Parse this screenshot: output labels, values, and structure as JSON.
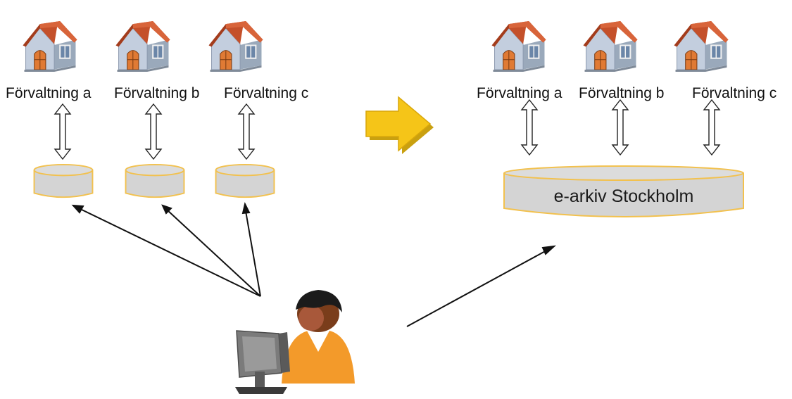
{
  "left": {
    "units": [
      {
        "label": "Förvaltning a"
      },
      {
        "label": "Förvaltning b"
      },
      {
        "label": "Förvaltning c"
      }
    ]
  },
  "right": {
    "units": [
      {
        "label": "Förvaltning a"
      },
      {
        "label": "Förvaltning b"
      },
      {
        "label": "Förvaltning c"
      }
    ],
    "archive_label": "e-arkiv Stockholm"
  },
  "colors": {
    "roof": "#c4502a",
    "wall": "#b9c6d6",
    "door": "#d9742f",
    "db_fill": "#d4d4d4",
    "db_border": "#f2c14e",
    "transition_arrow": "#f5c518",
    "user_shirt": "#f39a2a"
  },
  "icons": [
    "house-icon",
    "double-arrow-icon",
    "database-icon",
    "transition-arrow-icon",
    "user-computer-icon"
  ]
}
